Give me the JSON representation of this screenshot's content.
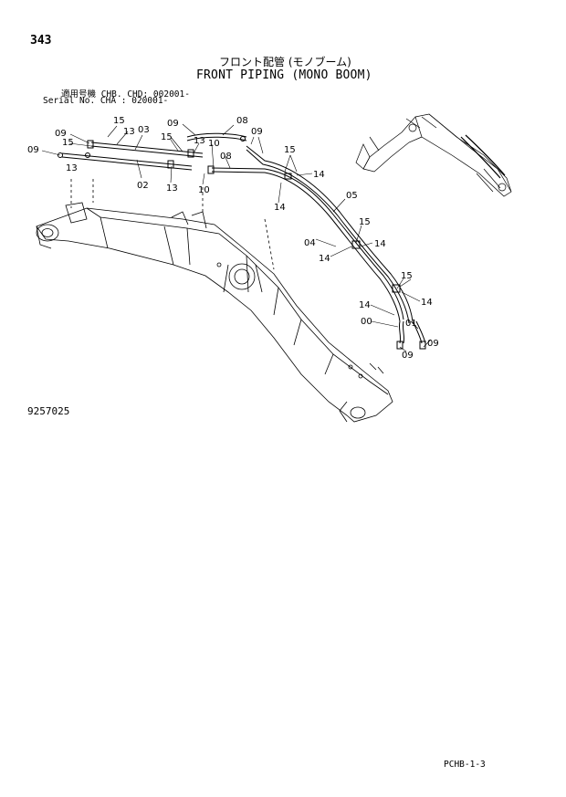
{
  "page_number": "343",
  "title_jp": "フロント配管 (モノブーム)",
  "title_en": "FRONT PIPING (MONO BOOM)",
  "serial_line1": "適用号機  CHB. CHD: 002001-",
  "serial_line2": "Serial No. CHA    : 020001-",
  "figure_number": "9257025",
  "footer_code": "PCHB-1-3",
  "callouts": {
    "c09a": "09",
    "c15a": "15",
    "c13a": "13",
    "c15b": "15",
    "c09b": "09",
    "c03": "03",
    "c13b": "13",
    "c02": "02",
    "c13c": "13",
    "c09c": "09",
    "c08a": "08",
    "c15c": "15",
    "c13d": "13",
    "c10a": "10",
    "c08b": "08",
    "c09d": "09",
    "c10b": "10",
    "c15d": "15",
    "c14a": "14",
    "c14b": "14",
    "c05": "05",
    "c04": "04",
    "c15e": "15",
    "c14c": "14",
    "c14d": "14",
    "c15f": "15",
    "c14e": "14",
    "c14f": "14",
    "c00": "00",
    "c01": "01",
    "c09e": "09",
    "c09f": "09"
  }
}
